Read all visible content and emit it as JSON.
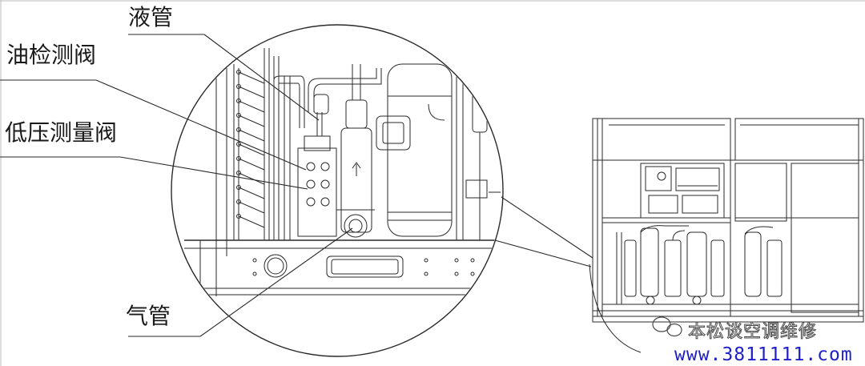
{
  "labels": {
    "liquid_pipe": "液管",
    "oil_check_valve": "油检测阀",
    "low_pressure_valve": "低压测量阀",
    "gas_pipe": "气管"
  },
  "watermark": {
    "text": "本松谈空调维修",
    "url": "www.3811111.com"
  },
  "colors": {
    "line": "#2a2a2a",
    "url": "#2020c8"
  }
}
